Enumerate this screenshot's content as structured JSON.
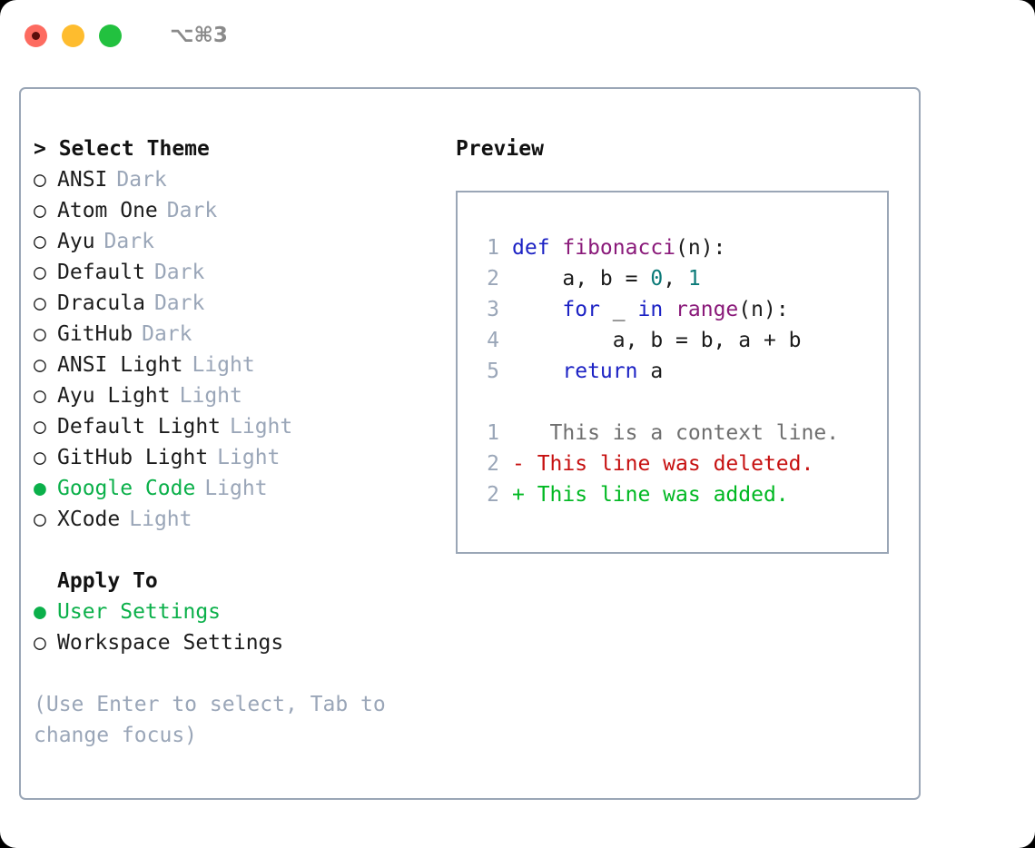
{
  "titlebar": {
    "shortcut": "⌥⌘3",
    "buttons": [
      {
        "name": "close",
        "color": "#fd6b60"
      },
      {
        "name": "minimize",
        "color": "#febc2e"
      },
      {
        "name": "maximize",
        "color": "#22c13f"
      }
    ]
  },
  "theme_list": {
    "header": "> Select Theme",
    "items": [
      {
        "marker": "○",
        "label": "ANSI",
        "tag": "Dark",
        "selected": false
      },
      {
        "marker": "○",
        "label": "Atom One",
        "tag": "Dark",
        "selected": false
      },
      {
        "marker": "○",
        "label": "Ayu",
        "tag": "Dark",
        "selected": false
      },
      {
        "marker": "○",
        "label": "Default",
        "tag": "Dark",
        "selected": false
      },
      {
        "marker": "○",
        "label": "Dracula",
        "tag": "Dark",
        "selected": false
      },
      {
        "marker": "○",
        "label": "GitHub",
        "tag": "Dark",
        "selected": false
      },
      {
        "marker": "○",
        "label": "ANSI Light",
        "tag": "Light",
        "selected": false
      },
      {
        "marker": "○",
        "label": "Ayu Light",
        "tag": "Light",
        "selected": false
      },
      {
        "marker": "○",
        "label": "Default Light",
        "tag": "Light",
        "selected": false
      },
      {
        "marker": "○",
        "label": "GitHub Light",
        "tag": "Light",
        "selected": false
      },
      {
        "marker": "●",
        "label": "Google Code",
        "tag": "Light",
        "selected": true
      },
      {
        "marker": "○",
        "label": "XCode",
        "tag": "Light",
        "selected": false
      }
    ]
  },
  "apply_to": {
    "header": "Apply To",
    "items": [
      {
        "marker": "●",
        "label": "User Settings",
        "selected": true
      },
      {
        "marker": "○",
        "label": "Workspace Settings",
        "selected": false
      }
    ]
  },
  "hint": "(Use Enter to select, Tab to change focus)",
  "preview": {
    "title": "Preview",
    "code_lines": [
      {
        "num": "1",
        "tokens": [
          {
            "t": "def ",
            "c": "kw"
          },
          {
            "t": "fibonacci",
            "c": "fn"
          },
          {
            "t": "(n):",
            "c": "txt"
          }
        ]
      },
      {
        "num": "2",
        "tokens": [
          {
            "t": "    a, b = ",
            "c": "txt"
          },
          {
            "t": "0",
            "c": "num"
          },
          {
            "t": ", ",
            "c": "txt"
          },
          {
            "t": "1",
            "c": "num"
          }
        ]
      },
      {
        "num": "3",
        "tokens": [
          {
            "t": "    for ",
            "c": "kw"
          },
          {
            "t": "_ ",
            "c": "txt"
          },
          {
            "t": "in ",
            "c": "kw"
          },
          {
            "t": "range",
            "c": "fn"
          },
          {
            "t": "(n):",
            "c": "txt"
          }
        ]
      },
      {
        "num": "4",
        "tokens": [
          {
            "t": "        a, b = b, a + b",
            "c": "txt"
          }
        ]
      },
      {
        "num": "5",
        "tokens": [
          {
            "t": "    return ",
            "c": "kw"
          },
          {
            "t": "a",
            "c": "txt"
          }
        ]
      }
    ],
    "diff_lines": [
      {
        "num": "1",
        "marker": " ",
        "text": "  This is a context line.",
        "kind": "ctx"
      },
      {
        "num": "2",
        "marker": "-",
        "text": " This line was deleted.",
        "kind": "del"
      },
      {
        "num": "2",
        "marker": "+",
        "text": " This line was added.",
        "kind": "add"
      }
    ]
  },
  "colors": {
    "accent_green": "#0bb04a",
    "muted": "#9aa6b8",
    "border": "#9aa6b6",
    "keyword": "#1c22c4",
    "function": "#8a1a7a",
    "number": "#0b7a78",
    "diff_add": "#00b822",
    "diff_del": "#c61010",
    "diff_ctx": "#6f6f6f"
  }
}
